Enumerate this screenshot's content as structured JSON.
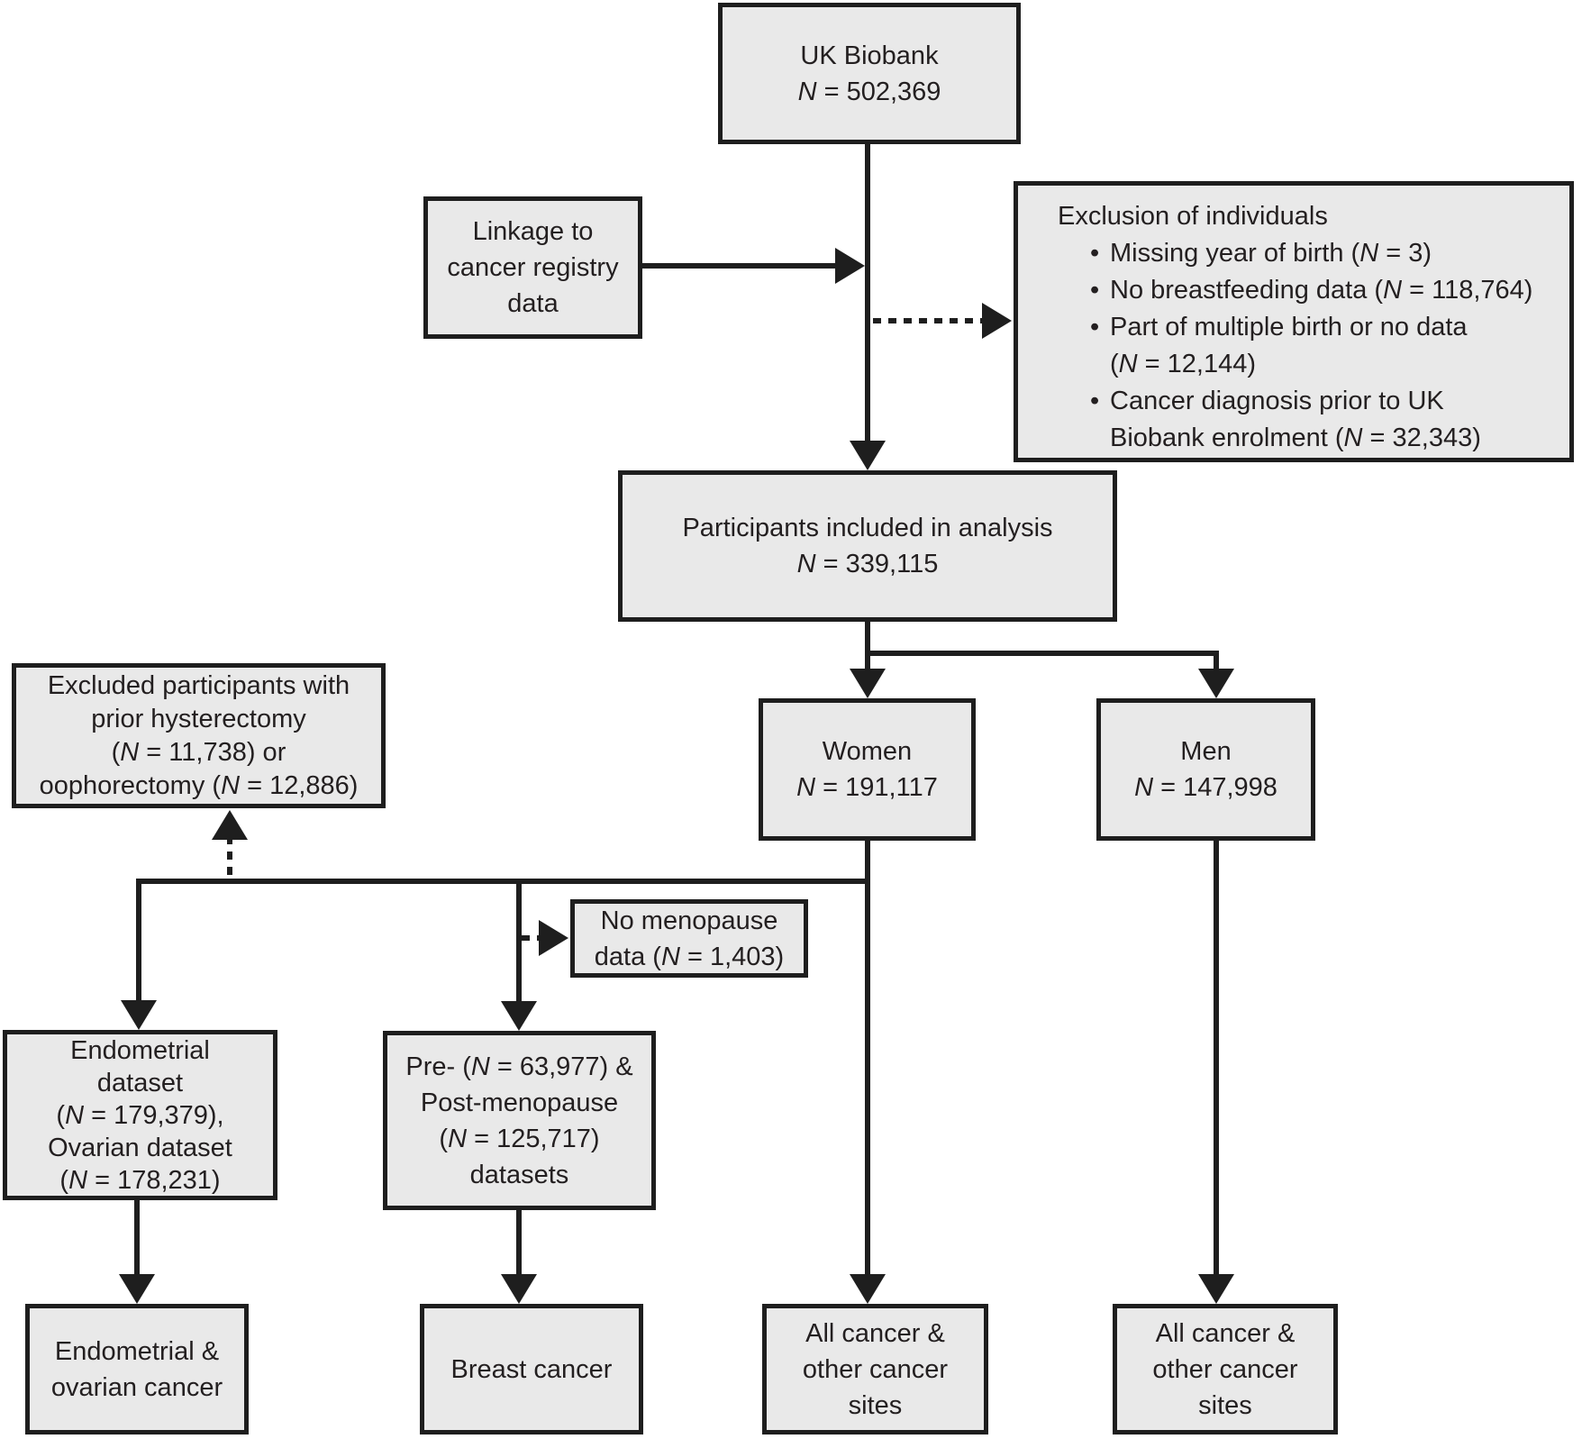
{
  "figure": {
    "type": "flowchart",
    "colors": {
      "box_fill": "#e9e9e9",
      "stroke": "#1e1e1e",
      "text": "#231f20"
    },
    "boxes": {
      "uk_biobank": {
        "lines": [
          "UK Biobank",
          "N = 502,369"
        ]
      },
      "linkage": {
        "lines": [
          "Linkage to",
          "cancer registry",
          "data"
        ]
      },
      "exclusion": {
        "title": "Exclusion of individuals",
        "bullets": [
          [
            "Missing year of birth (N = 3)"
          ],
          [
            "No breastfeeding data (N = 118,764)"
          ],
          [
            "Part of multiple birth or no data",
            "(N = 12,144)"
          ],
          [
            "Cancer diagnosis prior to UK",
            "Biobank enrolment (N = 32,343)"
          ]
        ]
      },
      "participants": {
        "lines": [
          "Participants included in analysis",
          "N = 339,115"
        ]
      },
      "excluded_hysterectomy": {
        "lines": [
          "Excluded participants with",
          "prior hysterectomy",
          "(N = 11,738) or",
          "oophorectomy (N = 12,886)"
        ]
      },
      "women": {
        "lines": [
          "Women",
          "N = 191,117"
        ]
      },
      "men": {
        "lines": [
          "Men",
          "N = 147,998"
        ]
      },
      "no_menopause": {
        "lines": [
          "No menopause",
          "data (N = 1,403)"
        ]
      },
      "endometrial_dataset": {
        "lines": [
          "Endometrial",
          "dataset",
          "(N = 179,379),",
          "Ovarian dataset",
          "(N = 178,231)"
        ]
      },
      "menopause_datasets": {
        "lines": [
          "Pre- (N = 63,977) &",
          "Post-menopause",
          "(N = 125,717)",
          "datasets"
        ]
      },
      "endometrial_ovarian_cancer": {
        "lines": [
          "Endometrial &",
          "ovarian cancer"
        ]
      },
      "breast_cancer": {
        "lines": [
          "Breast cancer"
        ]
      },
      "all_cancer_women": {
        "lines": [
          "All cancer &",
          "other cancer",
          "sites"
        ]
      },
      "all_cancer_men": {
        "lines": [
          "All cancer &",
          "other cancer",
          "sites"
        ]
      }
    }
  }
}
